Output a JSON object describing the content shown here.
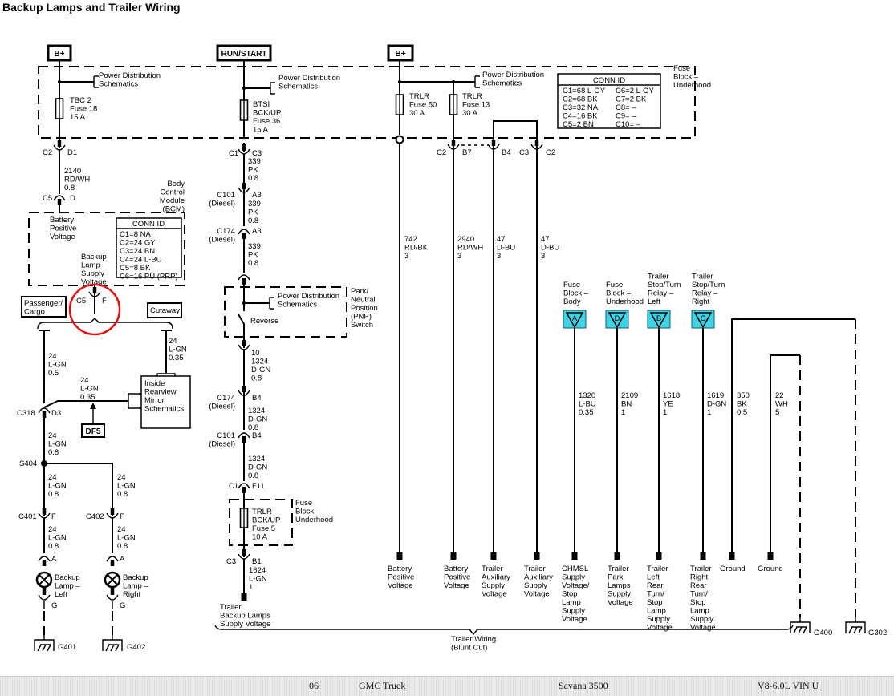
{
  "title": "Backup Lamps and Trailer Wiring",
  "colors": {
    "locator": "#3fd3e6",
    "highlight": "#e01010"
  },
  "left": {
    "source": "B+",
    "pds": "Power Distribution\nSchematics",
    "fuse": "TBC 2\nFuse 18\n15 A",
    "c2": "C2",
    "d1": "D1",
    "wire1": "2140\nRD/WH\n0.8",
    "c5": "C5",
    "d": "D",
    "bcm": "Body\nControl\nModule\n(BCM)",
    "battery": "Battery\nPositive\nVoltage",
    "conn_title": "CONN ID",
    "conn_rows": "C1=8 NA\nC2=24 GY\nC3=24 BN\nC4=24 L-BU\nC5=8 BK\nC6=16 PU (PRP)",
    "backup_supply": "Backup\nLamp\nSupply\nVoltage",
    "c5b": "C5",
    "f": "F",
    "passenger": "Passenger/\nCargo",
    "cutaway": "Cutaway",
    "wire_left": "24\nL-GN\n0.5",
    "wire_cutaway": "24\nL-GN\n0.35",
    "wire_mirror": "24\nL-GN\n0.35",
    "mirror": "Inside\nRearview\nMirror\nSchematics",
    "df5": "DF5",
    "c318": "C318",
    "d3": "D3",
    "wire_s404": "24\nL-GN\n0.8",
    "s404": "S404",
    "wire_l1": "24\nL-GN\n0.8",
    "wire_r1": "24\nL-GN\n0.8",
    "c401": "C401",
    "f401": "F",
    "c402": "C402",
    "f402": "F",
    "wire_l2": "24\nL-GN\n0.8",
    "wire_r2": "24\nL-GN\n0.8",
    "a_left": "A",
    "a_right": "A",
    "lamp_left": "Backup\nLamp –\nLeft",
    "lamp_right": "Backup\nLamp –\nRight",
    "g_left": "G",
    "g_right": "G",
    "g401": "G401",
    "g402": "G402"
  },
  "middle": {
    "source": "RUN/START",
    "pds": "Power Distribution\nSchematics",
    "fuse": "BTSI\nBCK/UP\nFuse 36\n15 A",
    "c1": "C1",
    "c3": "C3",
    "wire1": "339\nPK\n0.8",
    "c101": "C101\n(Diesel)",
    "a3a": "A3",
    "wire2": "339\nPK\n0.8",
    "c174": "C174\n(Diesel)",
    "a3b": "A3",
    "wire3": "339\nPK\n0.8",
    "pnp_pds": "Power Distribution\nSchematics",
    "reverse": "Reverse",
    "pnp": "Park/\nNeutral\nPosition\n(PNP)\nSwitch",
    "wire4": "10\n1324\nD-GN\n0.8",
    "c174b": "C174\n(Diesel)",
    "b4a": "B4",
    "wire5": "1324\nD-GN\n0.8",
    "c101b": "C101\n(Diesel)",
    "b4b": "B4",
    "wire6": "1324\nD-GN\n0.8",
    "c1b": "C1",
    "f11": "F11",
    "fuse2": "TRLR\nBCK/UP\nFuse 5\n10 A",
    "fuse_block": "Fuse\nBlock –\nUnderhood",
    "c3b": "C3",
    "b1": "B1",
    "wire7": "1624\nL-GN\n1",
    "trailer_backup": "Trailer\nBackup Lamps\nSupply Voltage",
    "trailer_wiring": "Trailer Wiring\n(Blunt Cut)"
  },
  "right": {
    "source": "B+",
    "pds": "Power Distribution\nSchematics",
    "fuse50": "TRLR\nFuse 50\n30 A",
    "fuse13": "TRLR\nFuse 13\n30 A",
    "fuse_block": "Fuse\nBlock –\nUnderhood",
    "conn_title": "CONN ID",
    "conn_col1": "C1=68 L-GY\nC2=68 BK\nC3=32 NA\nC4=16 BK\nC5=2 BN",
    "conn_col2": "C6=2 L-GY\nC7=2 BK\nC8= –\nC9= –\nC10= –",
    "pins": {
      "c2a": "C2",
      "b7": "B7",
      "b4": "B4",
      "c3": "C3",
      "c2b": "C2"
    },
    "wires": [
      "742\nRD/BK\n3",
      "2940\nRD/WH\n3",
      "47\nD-BU\n3",
      "47\nD-BU\n3"
    ],
    "locators": [
      {
        "label": "Fuse\nBlock –\nBody",
        "letter": "A",
        "wire": "1320\nL-BU\n0.35"
      },
      {
        "label": "Fuse\nBlock –\nUnderhood",
        "letter": "D",
        "wire": "2109\nBN\n1"
      },
      {
        "label": "Trailer\nStop/Turn\nRelay –\nLeft",
        "letter": "B",
        "wire": "1618\nYE\n1"
      },
      {
        "label": "Trailer\nStop/Turn\nRelay –\nRight",
        "letter": "C",
        "wire": "1619\nD-GN\n1"
      }
    ],
    "ground_wires": [
      "350\nBK\n0.5",
      "22\nWH\n5"
    ],
    "terminals": [
      "Battery\nPositive\nVoltage",
      "Battery\nPositive\nVoltage",
      "Trailer\nAuxiliary\nSupply\nVoltage",
      "Trailer\nAuxiliary\nSupply\nVoltage",
      "CHMSL\nSupply\nVoltage/\nStop\nLamp\nSupply\nVoltage",
      "Trailer\nPark\nLamps\nSupply\nVoltage",
      "Trailer\nLeft\nRear\nTurn/\nStop\nLamp\nSupply\nVoltage",
      "Trailer\nRight\nRear\nTurn/\nStop\nLamp\nSupply\nVoltage",
      "Ground",
      "Ground"
    ],
    "g400": "G400",
    "g302": "G302"
  },
  "footer": {
    "year": "06",
    "make": "GMC Truck",
    "model": "Savana 3500",
    "engine": "V8-6.0L VIN U"
  }
}
